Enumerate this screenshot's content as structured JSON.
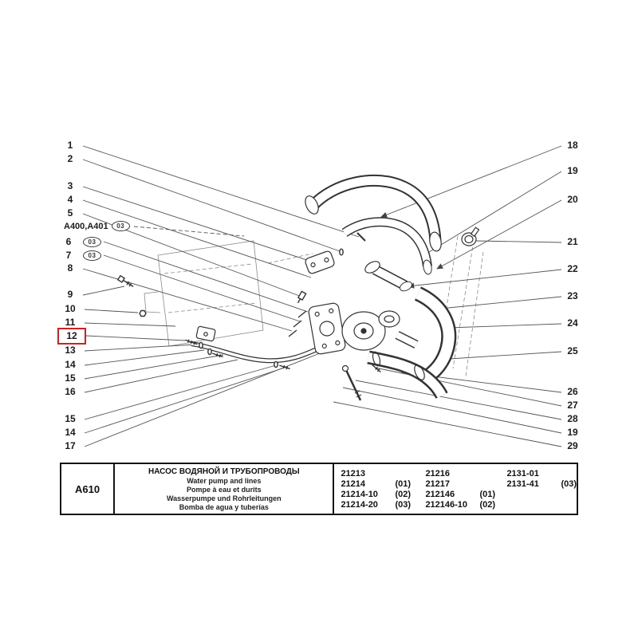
{
  "diagram": {
    "badge": "03",
    "variant_note": "A400,A401",
    "highlight_color": "#cc2222",
    "callouts_left": [
      "1",
      "2",
      "3",
      "4",
      "5",
      "6",
      "7",
      "8",
      "9",
      "10",
      "11",
      "12",
      "13",
      "14",
      "15",
      "16",
      "15",
      "14",
      "17"
    ],
    "callouts_right": [
      "18",
      "19",
      "20",
      "21",
      "22",
      "23",
      "24",
      "25",
      "26",
      "27",
      "28",
      "19",
      "29"
    ]
  },
  "table": {
    "code": "A610",
    "titles": {
      "ru": "НАСОС ВОДЯНОЙ И ТРУБОПРОВОДЫ",
      "en": "Water pump and lines",
      "fr": "Pompe à eau et durits",
      "de": "Wasserpumpe und Rohrleitungen",
      "es": "Bomba de agua y tuberías"
    },
    "group1": [
      {
        "num": "21213",
        "var": ""
      },
      {
        "num": "21214",
        "var": "(01)"
      },
      {
        "num": "21214-10",
        "var": "(02)"
      },
      {
        "num": "21214-20",
        "var": "(03)"
      }
    ],
    "group2": [
      {
        "num": "21216",
        "var": ""
      },
      {
        "num": "21217",
        "var": ""
      },
      {
        "num": "212146",
        "var": "(01)"
      },
      {
        "num": "212146-10",
        "var": "(02)"
      }
    ],
    "group3": [
      {
        "num": "2131-01",
        "var": ""
      },
      {
        "num": "2131-41",
        "var": "(03)"
      }
    ]
  }
}
